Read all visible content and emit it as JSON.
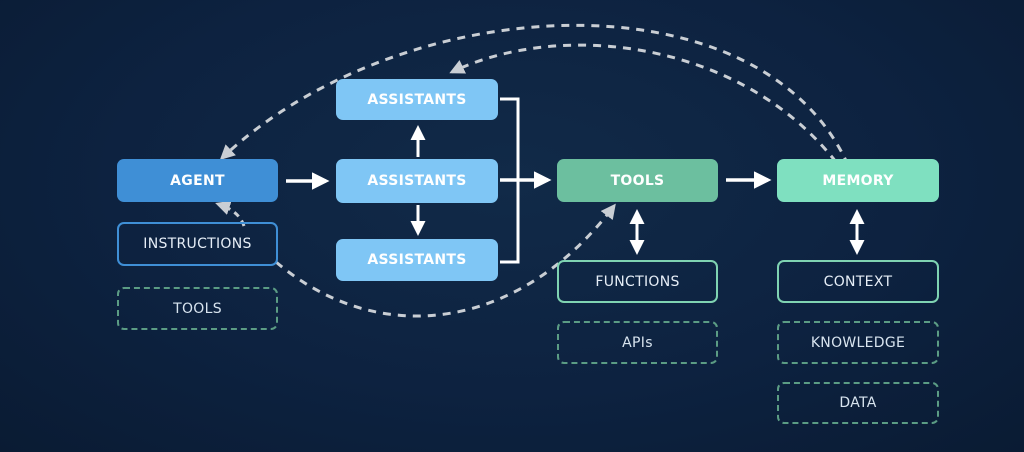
{
  "nodes": {
    "agent": "AGENT",
    "instructions": "INSTRUCTIONS",
    "agent_tools": "TOOLS",
    "assistants_top": "ASSISTANTS",
    "assistants_mid": "ASSISTANTS",
    "assistants_bot": "ASSISTANTS",
    "tools": "TOOLS",
    "functions": "FUNCTIONS",
    "apis": "APIs",
    "memory": "MEMORY",
    "context": "CONTEXT",
    "knowledge": "KNOWLEDGE",
    "data": "DATA"
  },
  "colors": {
    "background": "#0d2240",
    "agent": "#3f8fd6",
    "assistants": "#7fc6f5",
    "tools": "#6cbf9f",
    "memory": "#7fe0c0",
    "dashed_connector": "#c9ced4",
    "arrow": "#ffffff"
  }
}
